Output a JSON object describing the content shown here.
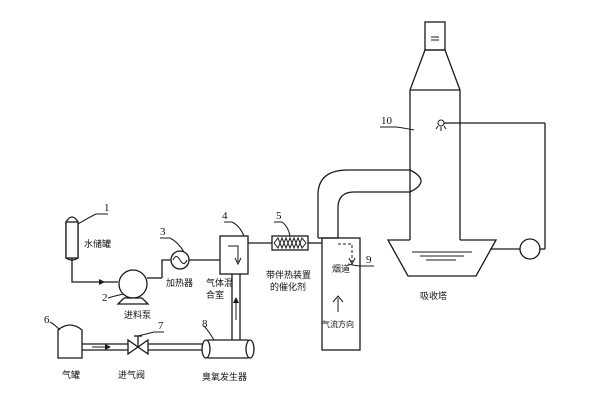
{
  "components": {
    "water_tank": {
      "number": "1",
      "label": "水储罐"
    },
    "feed_pump": {
      "number": "2",
      "label": "进料泵"
    },
    "heater": {
      "number": "3",
      "label": "加热器"
    },
    "gas_mixer": {
      "number": "4",
      "label_line1": "气体混",
      "label_line2": "合室"
    },
    "catalyst": {
      "number": "5",
      "label_line1": "带伴热装置",
      "label_line2": "的催化剂"
    },
    "gas_tank": {
      "number": "6",
      "label": "气罐"
    },
    "intake_valve": {
      "number": "7",
      "label": "进气阀"
    },
    "ozone_generator": {
      "number": "8",
      "label": "臭氧发生器"
    },
    "flue": {
      "number": "9",
      "label": "烟道",
      "flow_label": "气流方向"
    },
    "absorber": {
      "number": "10",
      "label": "吸收塔"
    }
  }
}
